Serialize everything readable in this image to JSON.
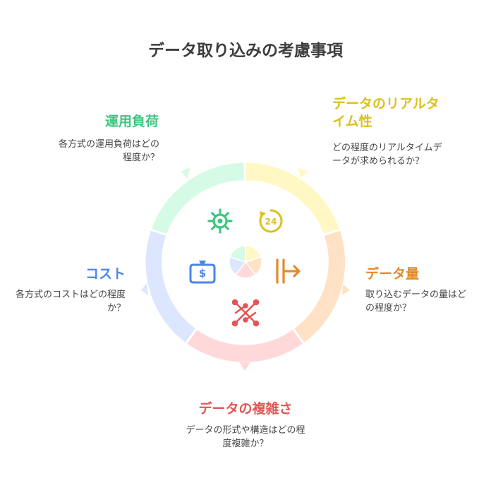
{
  "title": "データ取り込みの考慮事項",
  "items": [
    {
      "label": "運用負荷",
      "description": "各方式の運用負荷はどの程度か？",
      "color": "#3cc77f",
      "fill": "#d5fbe7",
      "icon": "gear-icon"
    },
    {
      "label": "データのリアルタイム性",
      "description": "どの程度のリアルタイムデータが求められるか？",
      "color": "#dbc01c",
      "fill": "#fff8c4",
      "icon": "clock-24-icon"
    },
    {
      "label": "データ量",
      "description": "取り込むデータの量はどの程度か？",
      "color": "#e5892a",
      "fill": "#ffe1c6",
      "icon": "split-arrow-icon"
    },
    {
      "label": "データの複雑さ",
      "description": "データの形式や構造はどの程度複雑か？",
      "color": "#e35656",
      "fill": "#ffd9d9",
      "icon": "network-icon"
    },
    {
      "label": "コスト",
      "description": "各方式のコストはどの程度か？",
      "color": "#4a86e8",
      "fill": "#dce6ff",
      "icon": "money-bag-icon"
    }
  ]
}
